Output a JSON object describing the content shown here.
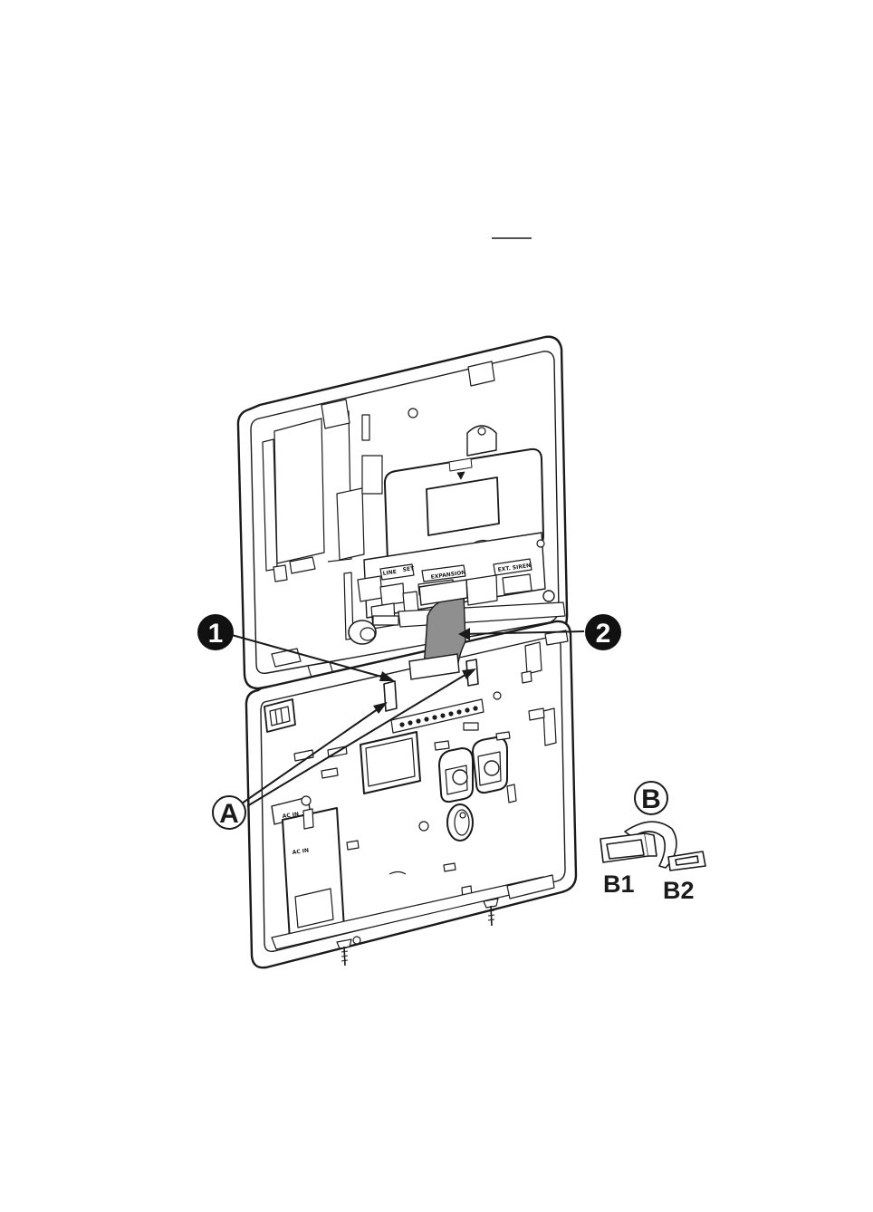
{
  "callouts": {
    "step1": "1",
    "step2": "2",
    "clip_a": "A",
    "clip_b": "B",
    "part_b1": "B1",
    "part_b2": "B2"
  },
  "board_labels": {
    "line": "LINE",
    "set": "SET",
    "expansion": "EXPANSION",
    "ext_siren": "EXT. SIREN",
    "ac_in_1": "AC IN",
    "ac_in_2": "AC IN"
  },
  "colors": {
    "line": "#1a1a1a",
    "cable_fill": "#8f8f8f",
    "callout_fill": "#111111",
    "callout_text": "#ffffff"
  }
}
